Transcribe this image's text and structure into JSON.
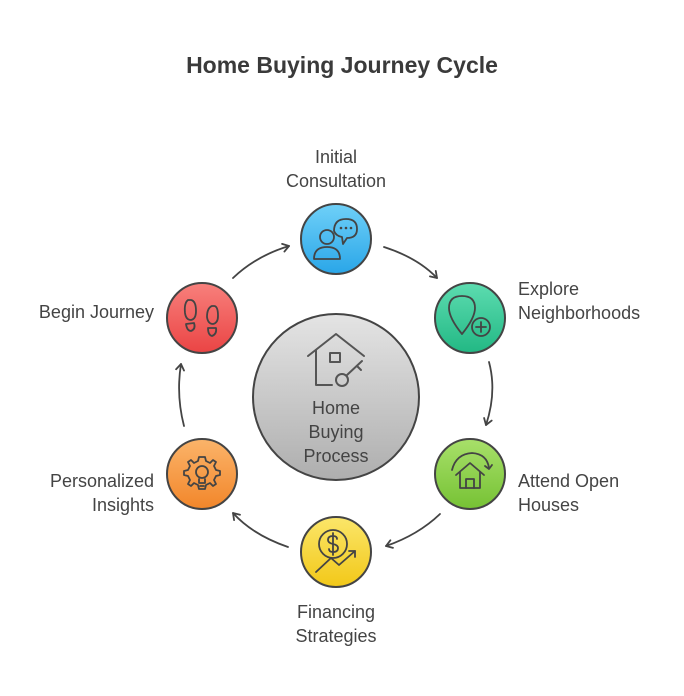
{
  "title": "Home Buying Journey Cycle",
  "center": {
    "lines": [
      "Home",
      "Buying",
      "Process"
    ],
    "icon": "house-key-icon",
    "color": "#c4c4c4"
  },
  "steps": [
    {
      "id": "initial-consultation",
      "lines": [
        "Initial",
        "Consultation"
      ],
      "icon": "consultation-chat-icon",
      "color": "#3fb8f0"
    },
    {
      "id": "explore-neighborhoods",
      "lines": [
        "Explore",
        "Neighborhoods"
      ],
      "icon": "location-add-icon",
      "color": "#34c99a"
    },
    {
      "id": "attend-open-houses",
      "lines": [
        "Attend Open",
        "Houses"
      ],
      "icon": "house-refresh-icon",
      "color": "#8bd147"
    },
    {
      "id": "financing-strategies",
      "lines": [
        "Financing",
        "Strategies"
      ],
      "icon": "dollar-growth-icon",
      "color": "#f7d633"
    },
    {
      "id": "personalized-insights",
      "lines": [
        "Personalized",
        "Insights"
      ],
      "icon": "gear-bulb-icon",
      "color": "#f79a40"
    },
    {
      "id": "begin-journey",
      "lines": [
        "Begin Journey"
      ],
      "icon": "footprints-icon",
      "color": "#f2595b"
    }
  ]
}
